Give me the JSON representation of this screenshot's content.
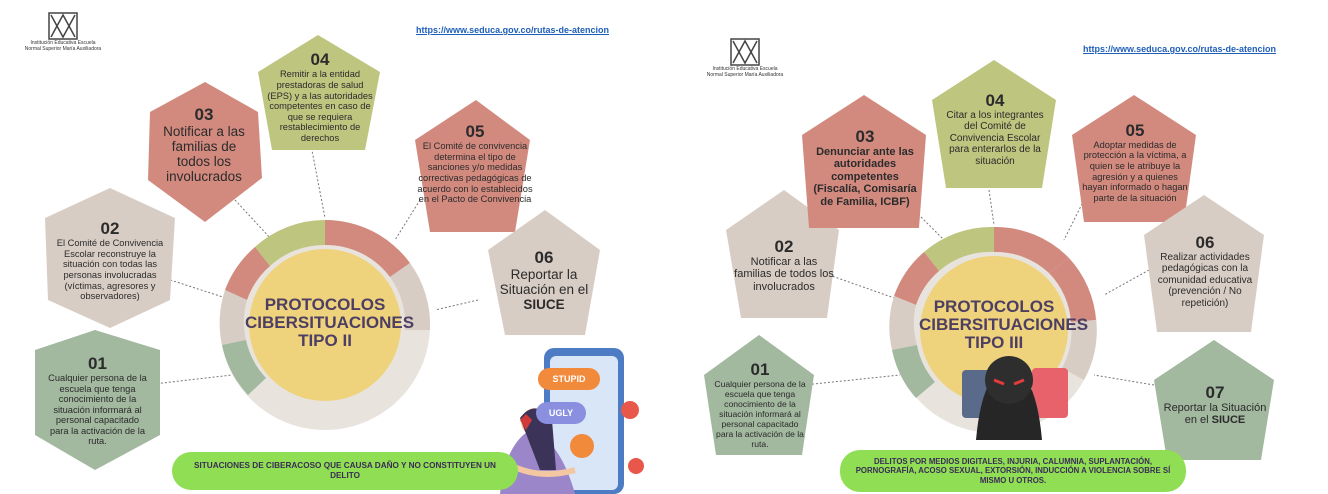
{
  "left": {
    "logo": {
      "institution": "Institución Educativa Escuela",
      "name": "Normal Superior María Auxiliadora"
    },
    "url": "https://www.seduca.gov.co/rutas-de-atencion",
    "center_title": [
      "PROTOCOLOS",
      "CIBERSITUACIONES",
      "TIPO II"
    ],
    "steps": [
      {
        "num": "01",
        "text": "Cualquier persona de la escuela que tenga conocimiento de la situación informará al personal capacitado para la activación de la ruta."
      },
      {
        "num": "02",
        "text": "El Comité de Convivencia Escolar reconstruye la situación con todas las personas involucradas (víctimas, agresores y observadores)"
      },
      {
        "num": "03",
        "text": "Notificar a las familias de todos los involucrados"
      },
      {
        "num": "04",
        "text": "Remitir a la entidad prestadoras de salud (EPS) y a las autoridades competentes en caso de que se requiera restablecimiento de derechos"
      },
      {
        "num": "05",
        "text": "El Comité de convivencia determina el tipo de sanciones y/o medidas correctivas pedagógicas de acuerdo con lo establecidos en el Pacto de Convivencia"
      },
      {
        "num": "06",
        "text_prefix": "Reportar la Situación en el",
        "text_bold": "SIUCE"
      }
    ],
    "stickers": [
      "STUPID",
      "UGLY"
    ],
    "banner": "SITUACIONES DE CIBERACOSO QUE CAUSA DAÑO Y NO CONSTITUYEN UN DELITO"
  },
  "right": {
    "logo": {
      "institution": "Institución Educativa Escuela",
      "name": "Normal Superior María Auxiliadora"
    },
    "url": "https://www.seduca.gov.co/rutas-de-atencion",
    "center_title": [
      "PROTOCOLOS",
      "CIBERSITUACIONES",
      "TIPO III"
    ],
    "steps": [
      {
        "num": "01",
        "text": "Cualquier persona de la escuela que tenga conocimiento de la situación informará al personal capacitado para la activación de la ruta."
      },
      {
        "num": "02",
        "text": "Notificar a las familias de todos los involucrados"
      },
      {
        "num": "03",
        "text": "Denunciar ante las autoridades competentes (Fiscalía, Comisaría de Familia, ICBF)"
      },
      {
        "num": "04",
        "text": "Citar a los integrantes del Comité de Convivencia Escolar para enterarlos de la situación"
      },
      {
        "num": "05",
        "text": "Adoptar medidas de protección a la víctima, a quien se le atribuye la agresión y a quienes hayan informado o hagan parte de la situación"
      },
      {
        "num": "06",
        "text": "Realizar actividades pedagógicas con la comunidad educativa (prevención / No repetición)"
      },
      {
        "num": "07",
        "text_prefix": "Reportar la Situación en el",
        "text_bold": "SIUCE"
      }
    ],
    "banner": "DELITOS POR MEDIOS DIGITALES, INJURIA, CALUMNIA, SUPLANTACIÓN, PORNOGRAFÍA, ACOSO SEXUAL, EXTORSIÓN, INDUCCIÓN A VIOLENCIA SOBRE SÍ MISMO U OTROS."
  },
  "colors": {
    "sage": "#a2b89f",
    "beige": "#d8cdc4",
    "rose": "#d28a7f",
    "olive": "#bec57f",
    "gold": "#efd27c",
    "ring_light": "#e8e4dd",
    "banner_green": "#8fde53",
    "link_blue": "#1f5fb8"
  }
}
